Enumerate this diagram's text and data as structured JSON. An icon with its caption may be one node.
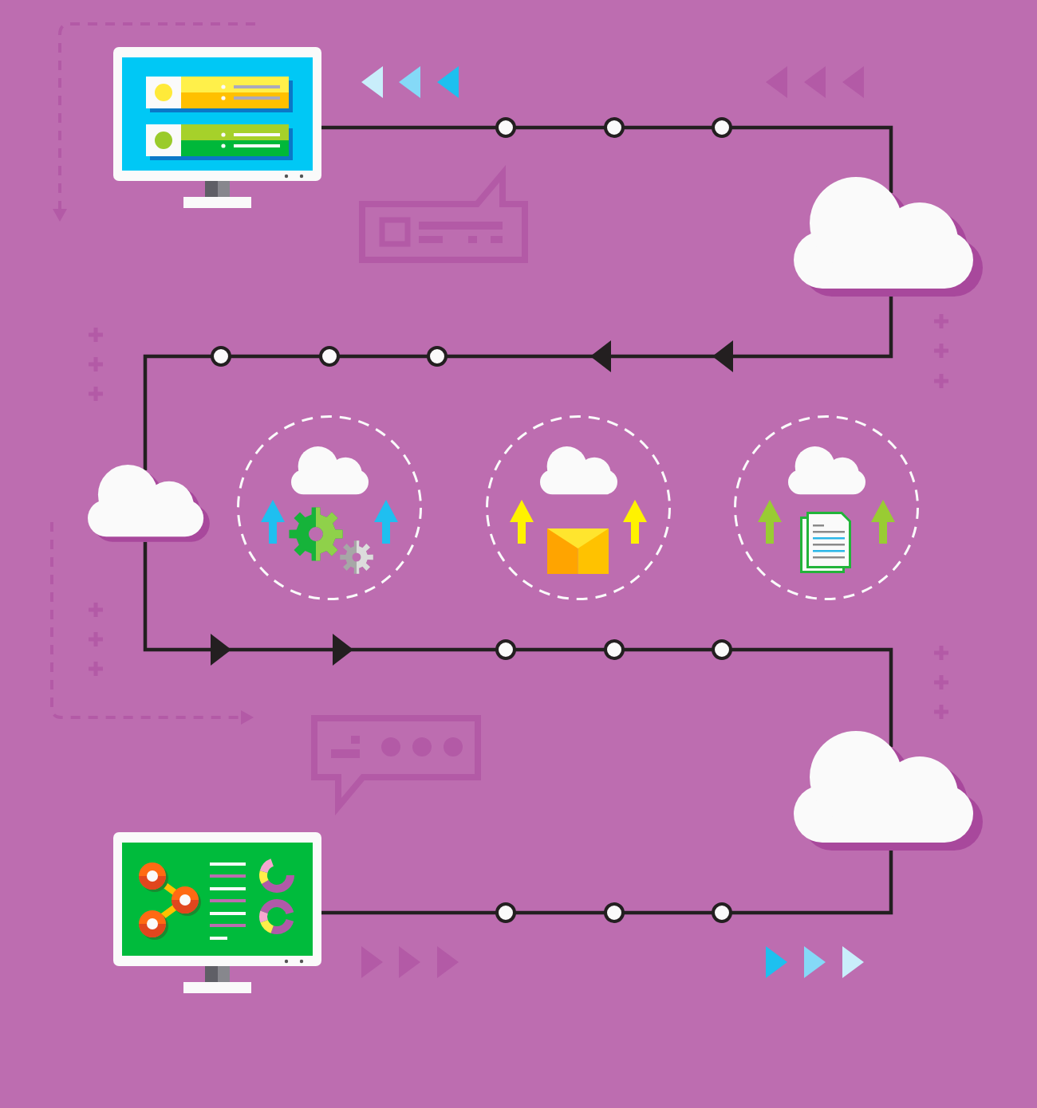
{
  "diagram": {
    "nodes": [
      {
        "text": [],
        "shape": "picture"
      },
      {
        "text": [],
        "shape": "cloud"
      },
      {
        "text": [],
        "shape": "cloud"
      },
      {
        "text": [],
        "shape": "circle"
      },
      {
        "text": [],
        "shape": "circle"
      },
      {
        "text": [],
        "shape": "circle"
      },
      {
        "text": [],
        "shape": "cloud"
      },
      {
        "text": [],
        "shape": "picture"
      }
    ],
    "edges": [
      {
        "from": 0,
        "to": 1,
        "arrow": "none"
      },
      {
        "from": 1,
        "to": 2,
        "arrow": "to"
      },
      {
        "from": 2,
        "to": 6,
        "arrow": "to"
      },
      {
        "from": 6,
        "to": 7,
        "arrow": "none"
      }
    ]
  }
}
